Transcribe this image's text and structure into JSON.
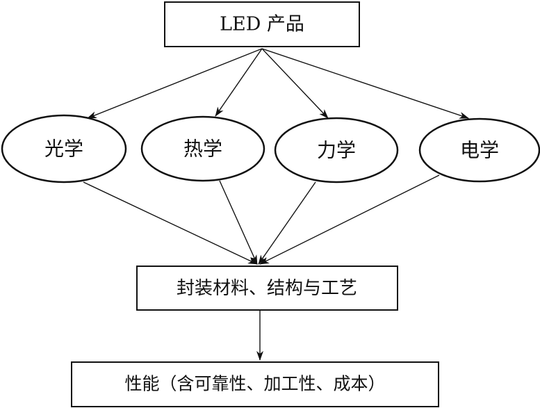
{
  "colors": {
    "stroke": "#111111",
    "background": "#ffffff",
    "text": "#111111"
  },
  "nodes": {
    "top": {
      "label": "LED 产品"
    },
    "optics": {
      "label": "光学"
    },
    "thermal": {
      "label": "热学"
    },
    "mechanics": {
      "label": "力学"
    },
    "electrics": {
      "label": "电学"
    },
    "middle": {
      "label": "封装材料、结构与工艺"
    },
    "bottom": {
      "label": "性能（含可靠性、加工性、成本）"
    }
  },
  "edges": [
    {
      "from": "top",
      "to": "optics"
    },
    {
      "from": "top",
      "to": "thermal"
    },
    {
      "from": "top",
      "to": "mechanics"
    },
    {
      "from": "top",
      "to": "electrics"
    },
    {
      "from": "optics",
      "to": "middle"
    },
    {
      "from": "thermal",
      "to": "middle"
    },
    {
      "from": "mechanics",
      "to": "middle"
    },
    {
      "from": "electrics",
      "to": "middle"
    },
    {
      "from": "middle",
      "to": "bottom"
    }
  ]
}
